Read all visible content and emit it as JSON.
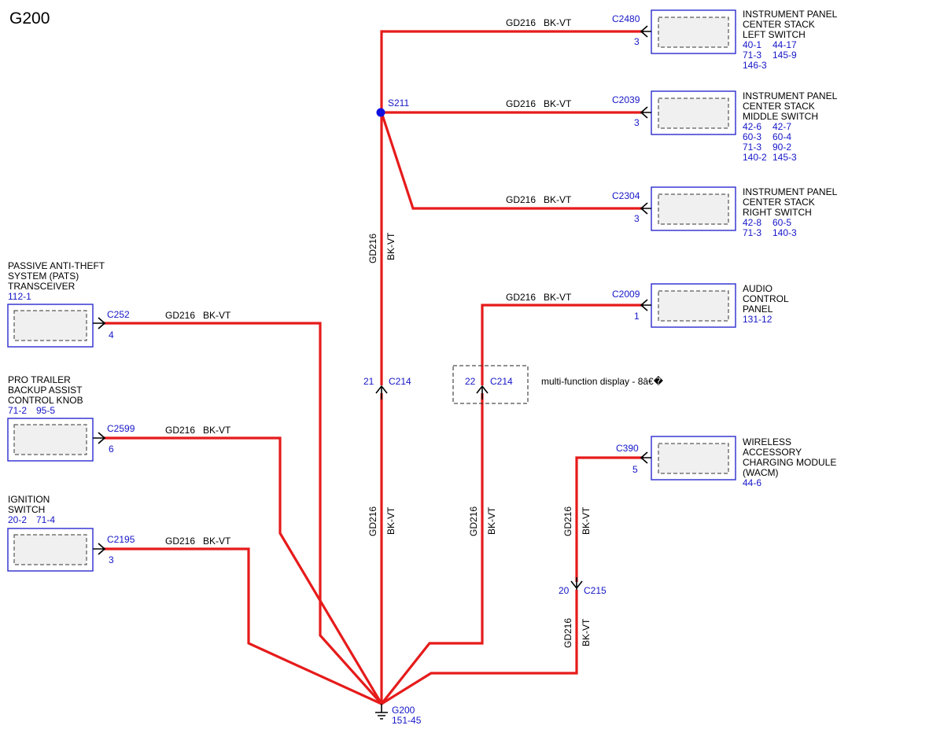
{
  "title": "G200",
  "wire": {
    "circuit": "GD216",
    "color": "BK-VT"
  },
  "colors": {
    "wire": "#e61b1b",
    "ref": "#1515c8",
    "box": "#2a2ad0"
  },
  "components": {
    "ipcs_left": {
      "lines": [
        "INSTRUMENT PANEL",
        "CENTER STACK",
        "LEFT SWITCH"
      ],
      "refs": [
        "40-1",
        "44-17",
        "71-3",
        "145-9",
        "146-3"
      ],
      "connector": "C2480",
      "pin": "3"
    },
    "ipcs_middle": {
      "lines": [
        "INSTRUMENT PANEL",
        "CENTER STACK",
        "MIDDLE SWITCH"
      ],
      "refs": [
        "42-6",
        "42-7",
        "60-3",
        "60-4",
        "71-3",
        "90-2",
        "140-2",
        "145-3"
      ],
      "connector": "C2039",
      "pin": "3"
    },
    "ipcs_right": {
      "lines": [
        "INSTRUMENT PANEL",
        "CENTER STACK",
        "RIGHT SWITCH"
      ],
      "refs": [
        "42-8",
        "60-5",
        "71-3",
        "140-3"
      ],
      "connector": "C2304",
      "pin": "3"
    },
    "audio": {
      "lines": [
        "AUDIO",
        "CONTROL",
        "PANEL"
      ],
      "refs": [
        "131-12"
      ],
      "connector": "C2009",
      "pin": "1"
    },
    "wacm": {
      "lines": [
        "WIRELESS",
        "ACCESSORY",
        "CHARGING MODULE",
        "(WACM)"
      ],
      "refs": [
        "44-6"
      ],
      "connector": "C390",
      "pin": "5"
    },
    "pats": {
      "lines": [
        "PASSIVE ANTI-THEFT",
        "SYSTEM (PATS)",
        "TRANSCEIVER"
      ],
      "refs": [
        "112-1"
      ],
      "connector": "C252",
      "pin": "4"
    },
    "trailer": {
      "lines": [
        "PRO TRAILER",
        "BACKUP ASSIST",
        "CONTROL KNOB"
      ],
      "refs": [
        "71-2",
        "95-5"
      ],
      "connector": "C2599",
      "pin": "6"
    },
    "ignition": {
      "lines": [
        "IGNITION",
        "SWITCH"
      ],
      "refs": [
        "20-2",
        "71-4"
      ],
      "connector": "C2195",
      "pin": "3"
    }
  },
  "splice": {
    "name": "S211"
  },
  "inline": {
    "c214_a": {
      "connector": "C214",
      "pin": "21"
    },
    "c214_b": {
      "connector": "C214",
      "pin": "22",
      "note": "multi-function display - 8â€�"
    },
    "c215": {
      "connector": "C215",
      "pin": "20"
    }
  },
  "ground": {
    "name": "G200",
    "ref": "151-45"
  }
}
